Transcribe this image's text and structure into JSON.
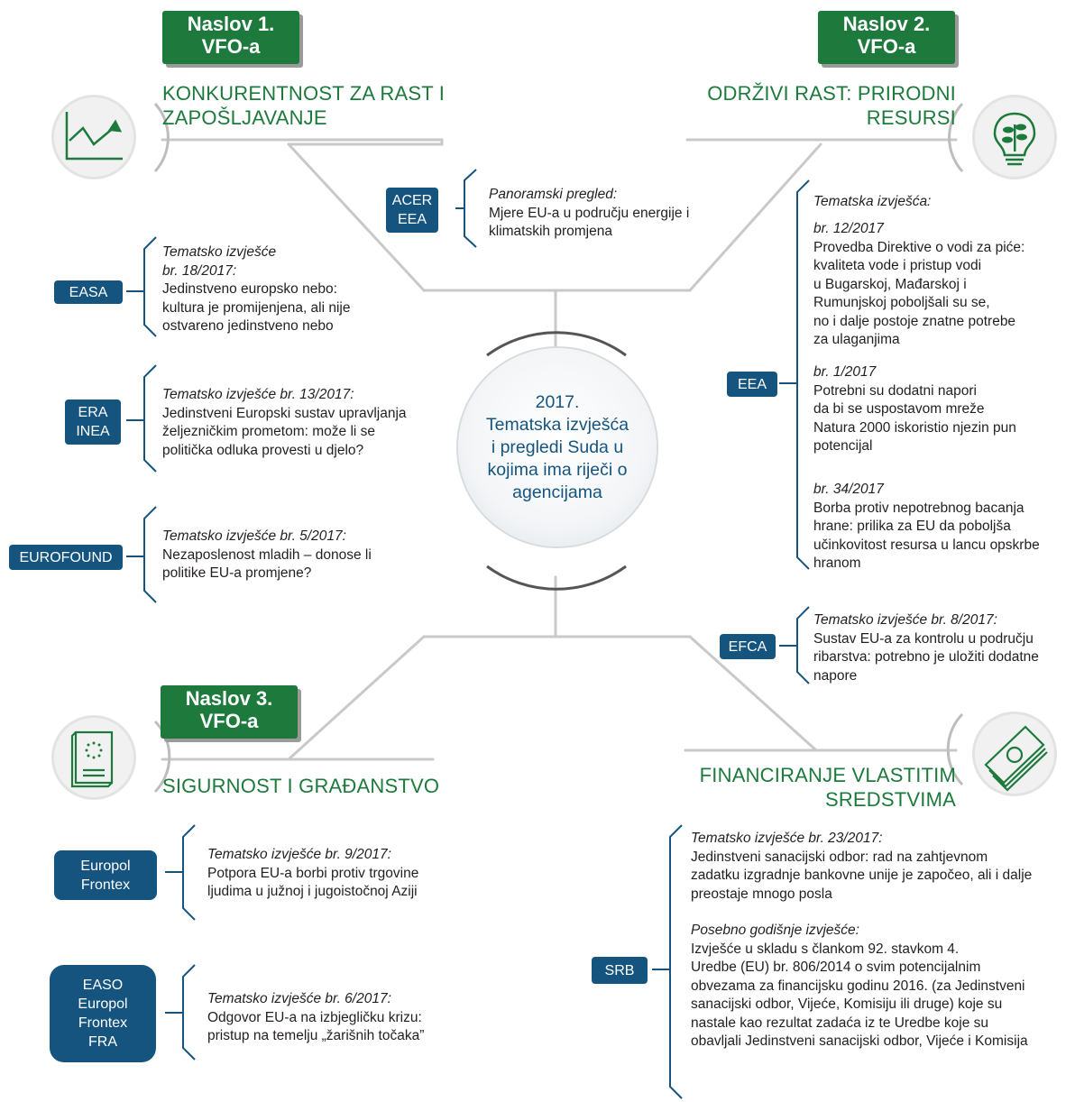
{
  "colors": {
    "green": "#1d7a3c",
    "blue": "#15547f",
    "line": "#c9c9c9"
  },
  "center": {
    "lines": [
      "2017.",
      "Tematska izvješća",
      "i pregledi Suda u",
      "kojima ima riječi o",
      "agencijama"
    ]
  },
  "headings": {
    "h1": {
      "line1": "Naslov 1.",
      "line2": "VFO-a",
      "title": [
        "KONKURENTNOST ZA RAST I",
        "ZAPOŠLJAVANJE"
      ],
      "icon": "growth-chart-icon"
    },
    "h2": {
      "line1": "Naslov 2.",
      "line2": "VFO-a",
      "title": [
        "ODRŽIVI RAST: PRIRODNI",
        "RESURSI"
      ],
      "icon": "lightbulb-plant-icon"
    },
    "h3": {
      "line1": "Naslov 3.",
      "line2": "VFO-a",
      "title": [
        "SIGURNOST I GRAĐANSTVO"
      ],
      "icon": "passport-icon"
    },
    "h4": {
      "title": [
        "FINANCIRANJE VLASTITIM",
        "SREDSTVIMA"
      ],
      "icon": "banknotes-icon"
    }
  },
  "agencies": {
    "acer": [
      "ACER",
      "EEA"
    ],
    "easa": [
      "EASA"
    ],
    "era": [
      "ERA",
      "INEA"
    ],
    "eurofound": [
      "EUROFOUND"
    ],
    "eea": [
      "EEA"
    ],
    "efca": [
      "EFCA"
    ],
    "europol": [
      "Europol",
      "Frontex"
    ],
    "easo": [
      "EASO",
      "Europol",
      "Frontex",
      "FRA"
    ],
    "srb": [
      "SRB"
    ]
  },
  "reports": {
    "acer": {
      "italic": [
        "Panoramski pregled:"
      ],
      "text": [
        "Mjere EU-a u području energije i",
        "klimatskih promjena"
      ]
    },
    "easa": {
      "italic": [
        "Tematsko izvješće",
        "br. 18/2017:"
      ],
      "text": [
        "Jedinstveno europsko nebo:",
        "kultura je promijenjena, ali nije",
        "ostvareno jedinstveno nebo"
      ]
    },
    "era": {
      "italic": [
        "Tematsko izvješće br. 13/2017:"
      ],
      "text": [
        "Jedinstveni Europski sustav upravljanja",
        "željezničkim prometom: može li se",
        "politička odluka provesti u djelo?"
      ]
    },
    "eurofound": {
      "italic": [
        "Tematsko izvješće br. 5/2017:"
      ],
      "text": [
        "Nezaposlenost mladih – donose li",
        "politike EU-a promjene?"
      ]
    },
    "eea_header": {
      "italic": [
        "Tematska izvješća:"
      ]
    },
    "eea_12": {
      "italic": [
        "br. 12/2017"
      ],
      "text": [
        "Provedba Direktive o vodi za piće:",
        "kvaliteta vode i pristup vodi",
        "u Bugarskoj, Mađarskoj i",
        "Rumunjskoj poboljšali su se,",
        "no i dalje postoje znatne potrebe",
        "za ulaganjima"
      ]
    },
    "eea_1": {
      "italic": [
        "br. 1/2017"
      ],
      "text": [
        "Potrebni su dodatni napori",
        "da bi se uspostavom mreže",
        "Natura 2000 iskoristio njezin pun",
        "potencijal"
      ]
    },
    "eea_34": {
      "italic": [
        "br. 34/2017"
      ],
      "text": [
        "Borba protiv nepotrebnog bacanja",
        "hrane: prilika za EU da poboljša",
        "učinkovitost resursa u lancu opskrbe",
        "hranom"
      ]
    },
    "efca": {
      "italic": [
        "Tematsko izvješće br. 8/2017:"
      ],
      "text": [
        "Sustav EU-a za kontrolu u području",
        "ribarstva: potrebno je uložiti dodatne",
        "napore"
      ]
    },
    "europol": {
      "italic": [
        "Tematsko izvješće br. 9/2017:"
      ],
      "text": [
        "Potpora EU-a borbi protiv trgovine",
        "ljudima u južnoj i jugoistočnoj Aziji"
      ]
    },
    "easo": {
      "italic": [
        "Tematsko izvješće br. 6/2017:"
      ],
      "text": [
        "Odgovor EU-a na izbjegličku krizu:",
        "pristup na temelju „žarišnih točaka”"
      ]
    },
    "srb_23": {
      "italic": [
        "Tematsko izvješće br. 23/2017:"
      ],
      "text": [
        "Jedinstveni sanacijski odbor: rad na zahtjevnom",
        "zadatku izgradnje bankovne unije je započeo, ali i dalje",
        "preostaje mnogo posla"
      ]
    },
    "srb_annual": {
      "italic": [
        "Posebno godišnje izvješće:"
      ],
      "text": [
        "Izvješće u skladu s člankom 92. stavkom 4.",
        "Uredbe (EU) br. 806/2014 o svim potencijalnim",
        "obvezama za financijsku godinu 2016. (za Jedinstveni",
        "sanacijski odbor, Vijeće, Komisiju ili druge) koje su",
        "nastale kao rezultat zadaća iz te Uredbe koje su",
        "obavljali Jedinstveni sanacijski odbor, Vijeće i Komisija"
      ]
    }
  }
}
